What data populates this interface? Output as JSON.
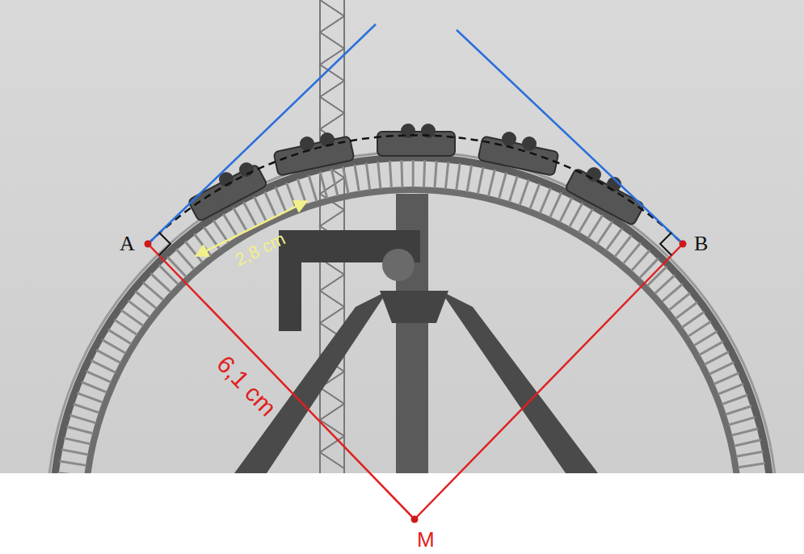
{
  "diagram": {
    "labels": [
      "A",
      "B",
      "M",
      "6,1 cm",
      "2,8 cm"
    ]
  }
}
